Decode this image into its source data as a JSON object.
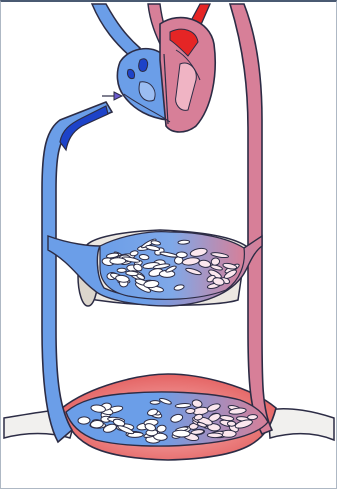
{
  "figure": {
    "subject": "circulatory-system-schematic",
    "colors": {
      "deoxygenated": "#6b9ee8",
      "deoxygenated_dark": "#1d43c9",
      "oxygenated": "#d77f98",
      "arterial_red": "#e52525",
      "outline": "#2c2c45",
      "tissue_pink": "#ef9a9a",
      "tissue_red": "#e35c5c",
      "lung_tissue": "#ece8e2",
      "ground": "#f1f0ee",
      "cell_fill": "#ffffff"
    },
    "components": [
      "heart",
      "vena-cava",
      "aorta",
      "pulmonary-capillary-bed",
      "systemic-capillary-bed",
      "flow-arrow"
    ]
  }
}
